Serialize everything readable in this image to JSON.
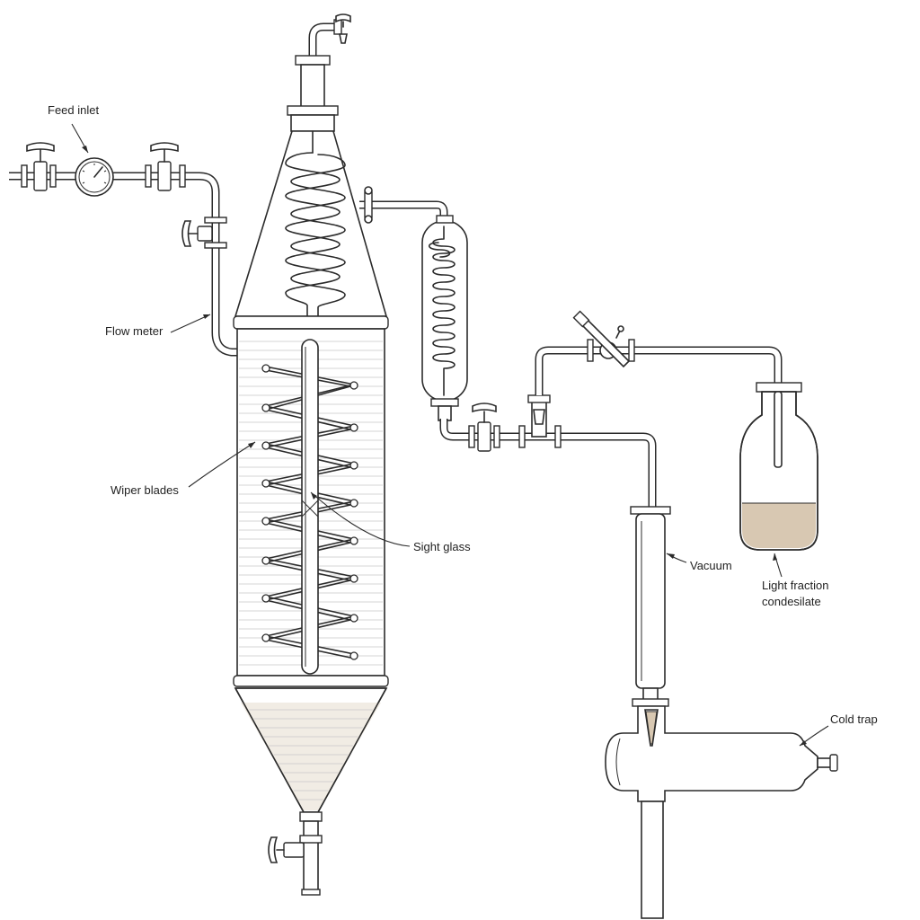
{
  "labels": {
    "feed_inlet": "Feed inlet",
    "flow_meter": "Flow meter",
    "wiper_blades": "Wiper blades",
    "sight_glass": "Sight glass",
    "vacuum": "Vacuum",
    "light_fraction_1": "Light fraction",
    "light_fraction_2": "condesilate",
    "cold_trap": "Cold trap"
  },
  "colors": {
    "line": "#2b2b2b",
    "condensate": "#d8c8b2",
    "bottom_liquid": "#f1ece4",
    "grid": "#c9c9c9"
  }
}
